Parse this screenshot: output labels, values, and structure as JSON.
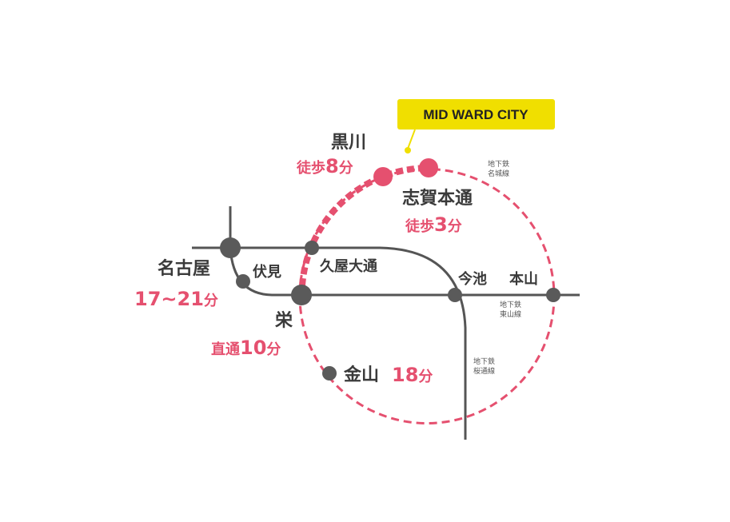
{
  "colors": {
    "line_gray": "#555555",
    "station_gray": "#5a5a5a",
    "meijo_pink": "#e5506f",
    "callout_yellow": "#f0df00",
    "text_dark": "#3a3a3a"
  },
  "callout": {
    "label": "MID WARD CITY"
  },
  "stations": {
    "kurokawa": {
      "name": "黒川",
      "time_prefix": "徒歩",
      "time_value": "8",
      "time_unit": "分"
    },
    "shiga_hondori": {
      "name": "志賀本通",
      "time_prefix": "徒歩",
      "time_value": "3",
      "time_unit": "分"
    },
    "nagoya": {
      "name": "名古屋",
      "time_value": "17~21",
      "time_unit": "分"
    },
    "fushimi": {
      "name": "伏見"
    },
    "hisaya_odori": {
      "name": "久屋大通"
    },
    "sakae": {
      "name": "栄",
      "time_prefix": "直通",
      "time_value": "10",
      "time_unit": "分"
    },
    "imaike": {
      "name": "今池"
    },
    "motoyama": {
      "name": "本山"
    },
    "kanayama": {
      "name": "金山",
      "time_value": "18",
      "time_unit": "分"
    }
  },
  "lines": {
    "meijo": {
      "label_line1": "地下鉄",
      "label_line2": "名城線"
    },
    "higashiyama": {
      "label_line1": "地下鉄",
      "label_line2": "東山線"
    },
    "sakuradori": {
      "label_line1": "地下鉄",
      "label_line2": "桜通線"
    }
  }
}
